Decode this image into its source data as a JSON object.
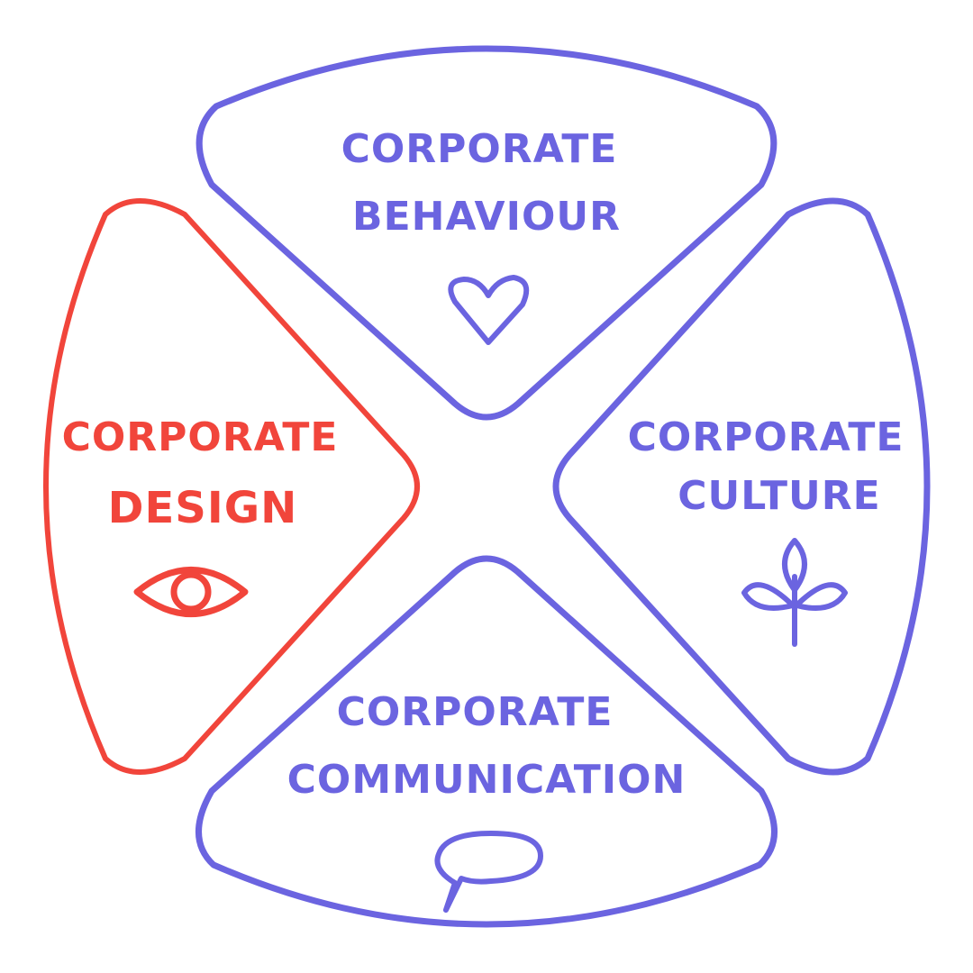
{
  "diagram": {
    "colors": {
      "primary": "#6b64e0",
      "highlight": "#f1453b",
      "background": "#ffffff"
    },
    "segments": [
      {
        "id": "behaviour",
        "line1": "CORPORATE",
        "line2": "BEHAVIOUR",
        "icon": "heart-icon",
        "highlighted": false
      },
      {
        "id": "culture",
        "line1": "CORPORATE",
        "line2": "CULTURE",
        "icon": "plant-icon",
        "highlighted": false
      },
      {
        "id": "communication",
        "line1": "CORPORATE",
        "line2": "COMMUNICATION",
        "icon": "speech-bubble-icon",
        "highlighted": false
      },
      {
        "id": "design",
        "line1": "CORPORATE",
        "line2": "DESIGN",
        "icon": "eye-icon",
        "highlighted": true
      }
    ]
  }
}
